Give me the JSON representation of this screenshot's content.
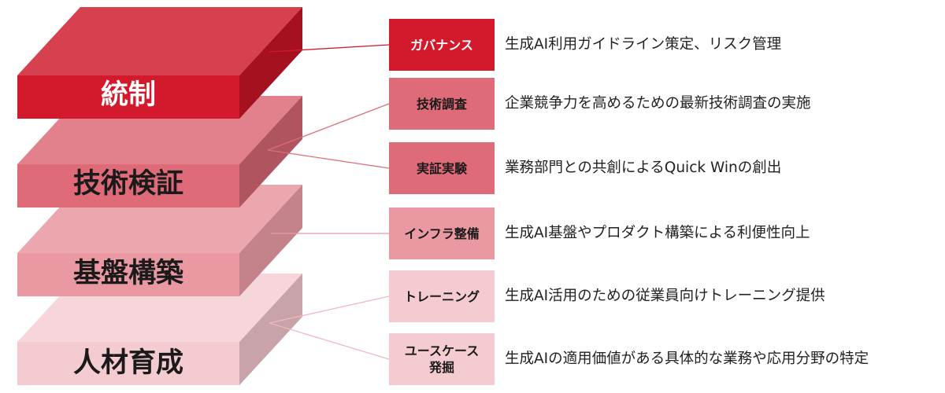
{
  "layers": [
    {
      "label": "統制",
      "color": "#d41c2e"
    },
    {
      "label": "技術検証",
      "color": "#e06b7a"
    },
    {
      "label": "基盤構築",
      "color": "#ea9aa4"
    },
    {
      "label": "人材育成",
      "color": "#f5cdd3"
    }
  ],
  "initiatives": [
    {
      "title": "ガバナンス",
      "description": "生成AI利用ガイドライン策定、リスク管理"
    },
    {
      "title": "技術調査",
      "description": "企業競争力を高めるための最新技術調査の実施"
    },
    {
      "title": "実証実験",
      "description": "業務部門との共創によるQuick Winの創出"
    },
    {
      "title": "インフラ整備",
      "description": "生成AI基盤やプロダクト構築による利便性向上"
    },
    {
      "title": "トレーニング",
      "description": "生成AI活用のための従業員向けトレーニング提供"
    },
    {
      "title": "ユースケース\n発掘",
      "description": "生成AIの適用価値がある具体的な業務や応用分野の特定"
    }
  ]
}
